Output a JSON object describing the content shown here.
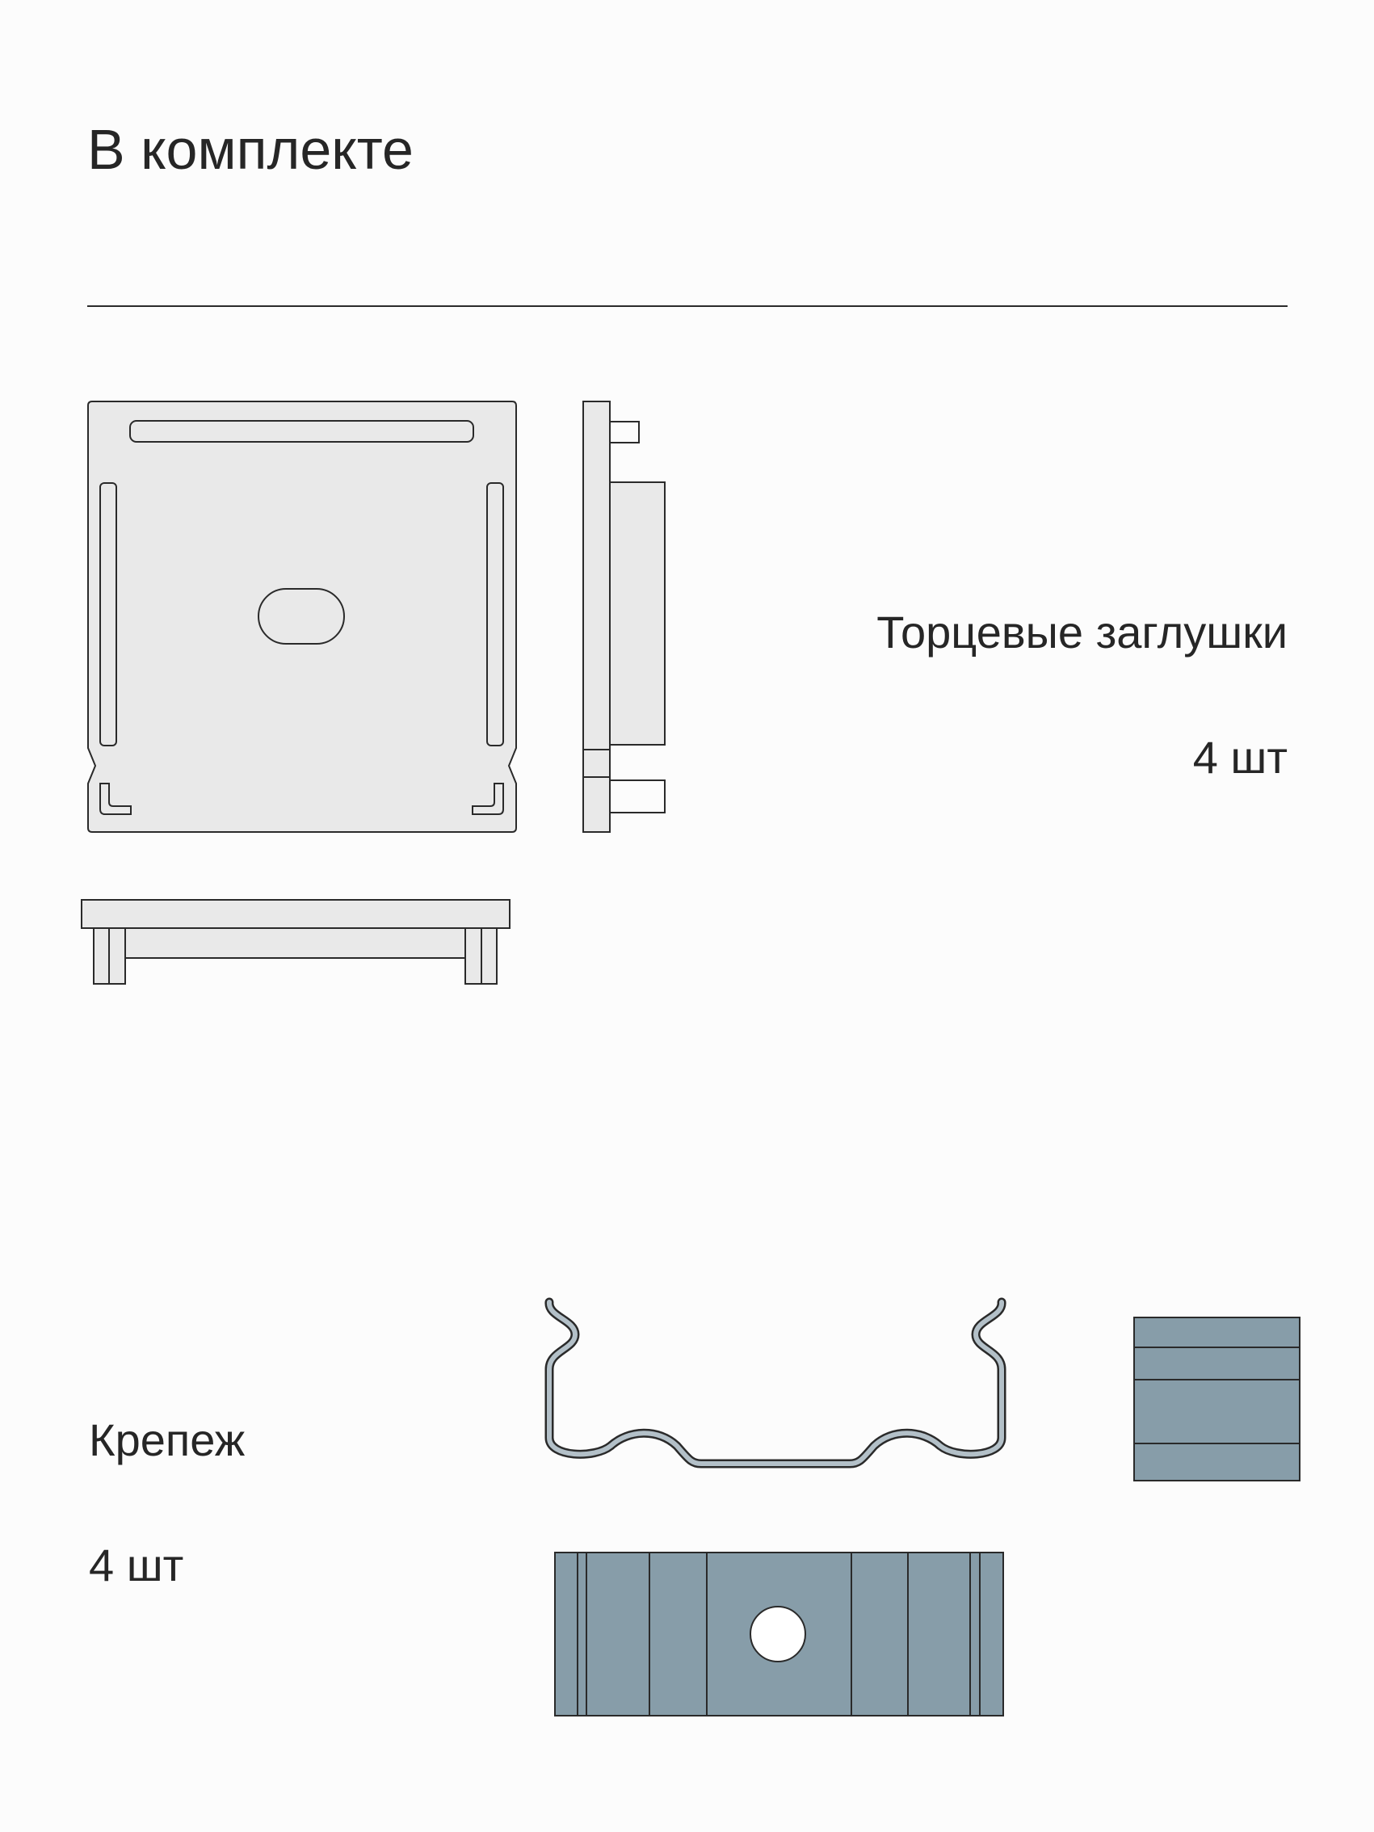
{
  "heading": "В комплекте",
  "items": [
    {
      "name": "Торцевые заглушки",
      "quantity": "4 шт"
    },
    {
      "name": "Крепеж",
      "quantity": "4 шт"
    }
  ],
  "colors": {
    "background": "#fcfcfc",
    "text": "#262626",
    "end_cap_fill": "#e9e9e9",
    "fastener_fill": "#879da9",
    "outline": "#2a2a2a"
  }
}
